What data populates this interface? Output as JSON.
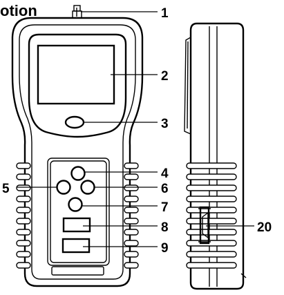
{
  "title_fragment": "otion",
  "callouts": [
    "1",
    "2",
    "3",
    "4",
    "5",
    "6",
    "7",
    "8",
    "9",
    "20"
  ]
}
